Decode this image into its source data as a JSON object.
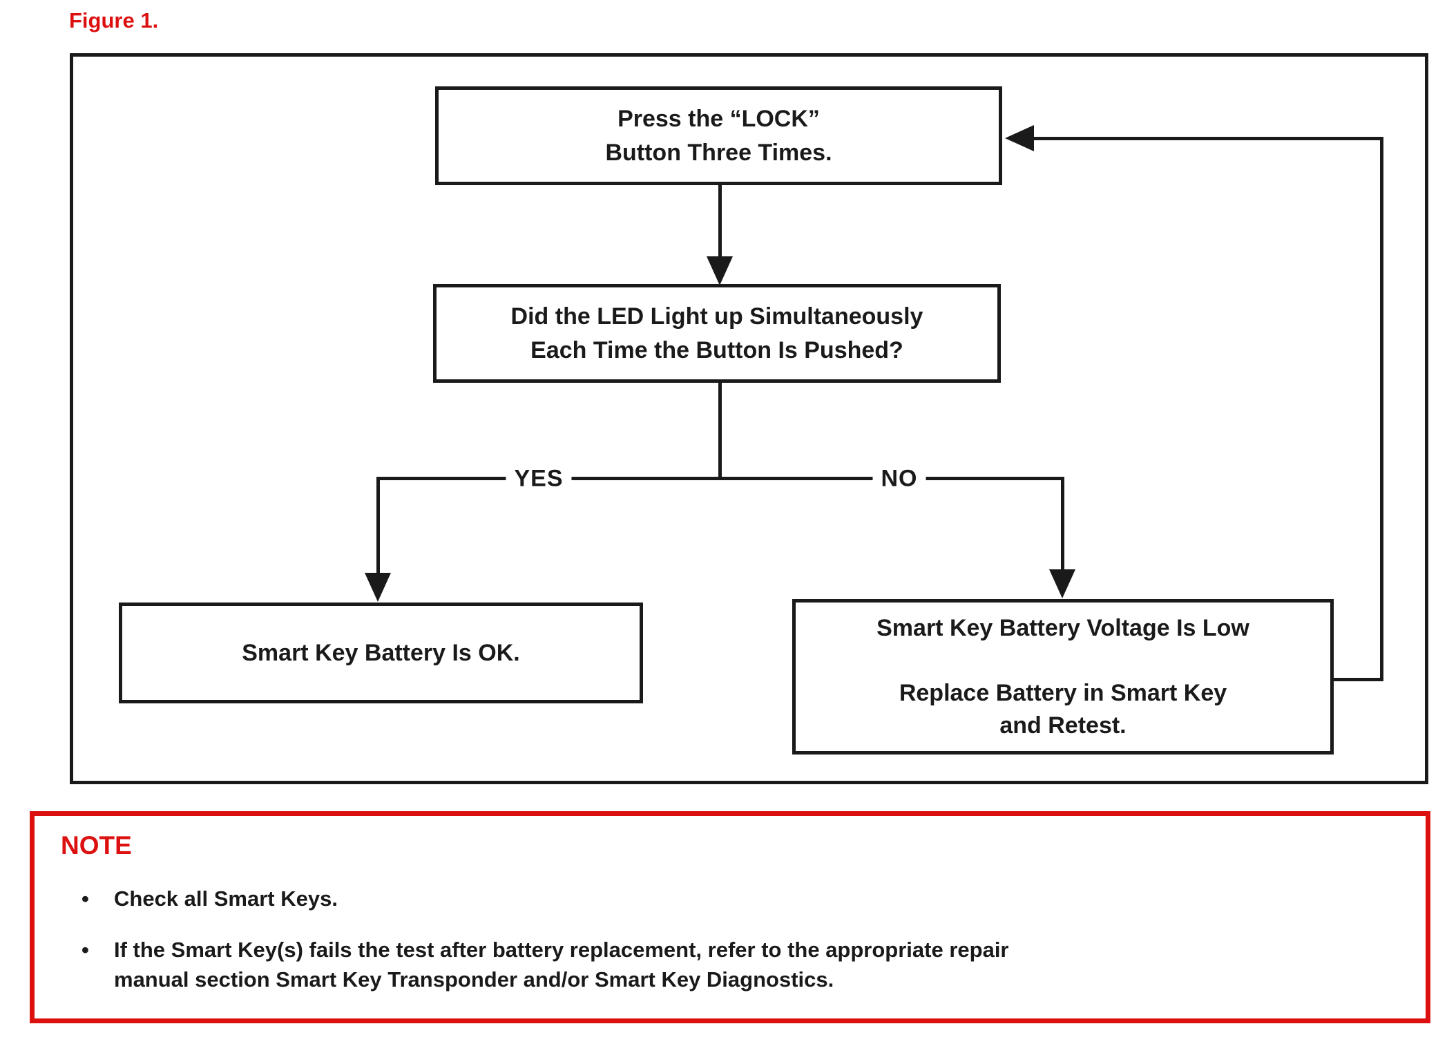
{
  "figure": {
    "label": "Figure 1."
  },
  "flowchart": {
    "nodes": [
      {
        "id": "press-lock",
        "text": "Press the “LOCK”\nButton Three Times."
      },
      {
        "id": "led-question",
        "text": "Did the LED Light up Simultaneously\nEach Time the Button Is Pushed?"
      },
      {
        "id": "battery-ok",
        "text": "Smart Key Battery Is OK."
      },
      {
        "id": "battery-low",
        "text": "Smart Key Battery Voltage Is Low\n\nReplace Battery in Smart Key\nand Retest."
      }
    ],
    "branch_labels": {
      "yes": "YES",
      "no": "NO"
    }
  },
  "note": {
    "heading": "NOTE",
    "bullet_glyph": "•",
    "bullets": [
      "Check all Smart Keys.",
      "If the Smart Key(s) fails the test after battery replacement, refer to the appropriate repair\nmanual section Smart Key Transponder and/or Smart Key Diagnostics."
    ]
  },
  "colors": {
    "red": "#dd1010",
    "ink": "#1a1a1a",
    "background": "#ffffff"
  }
}
